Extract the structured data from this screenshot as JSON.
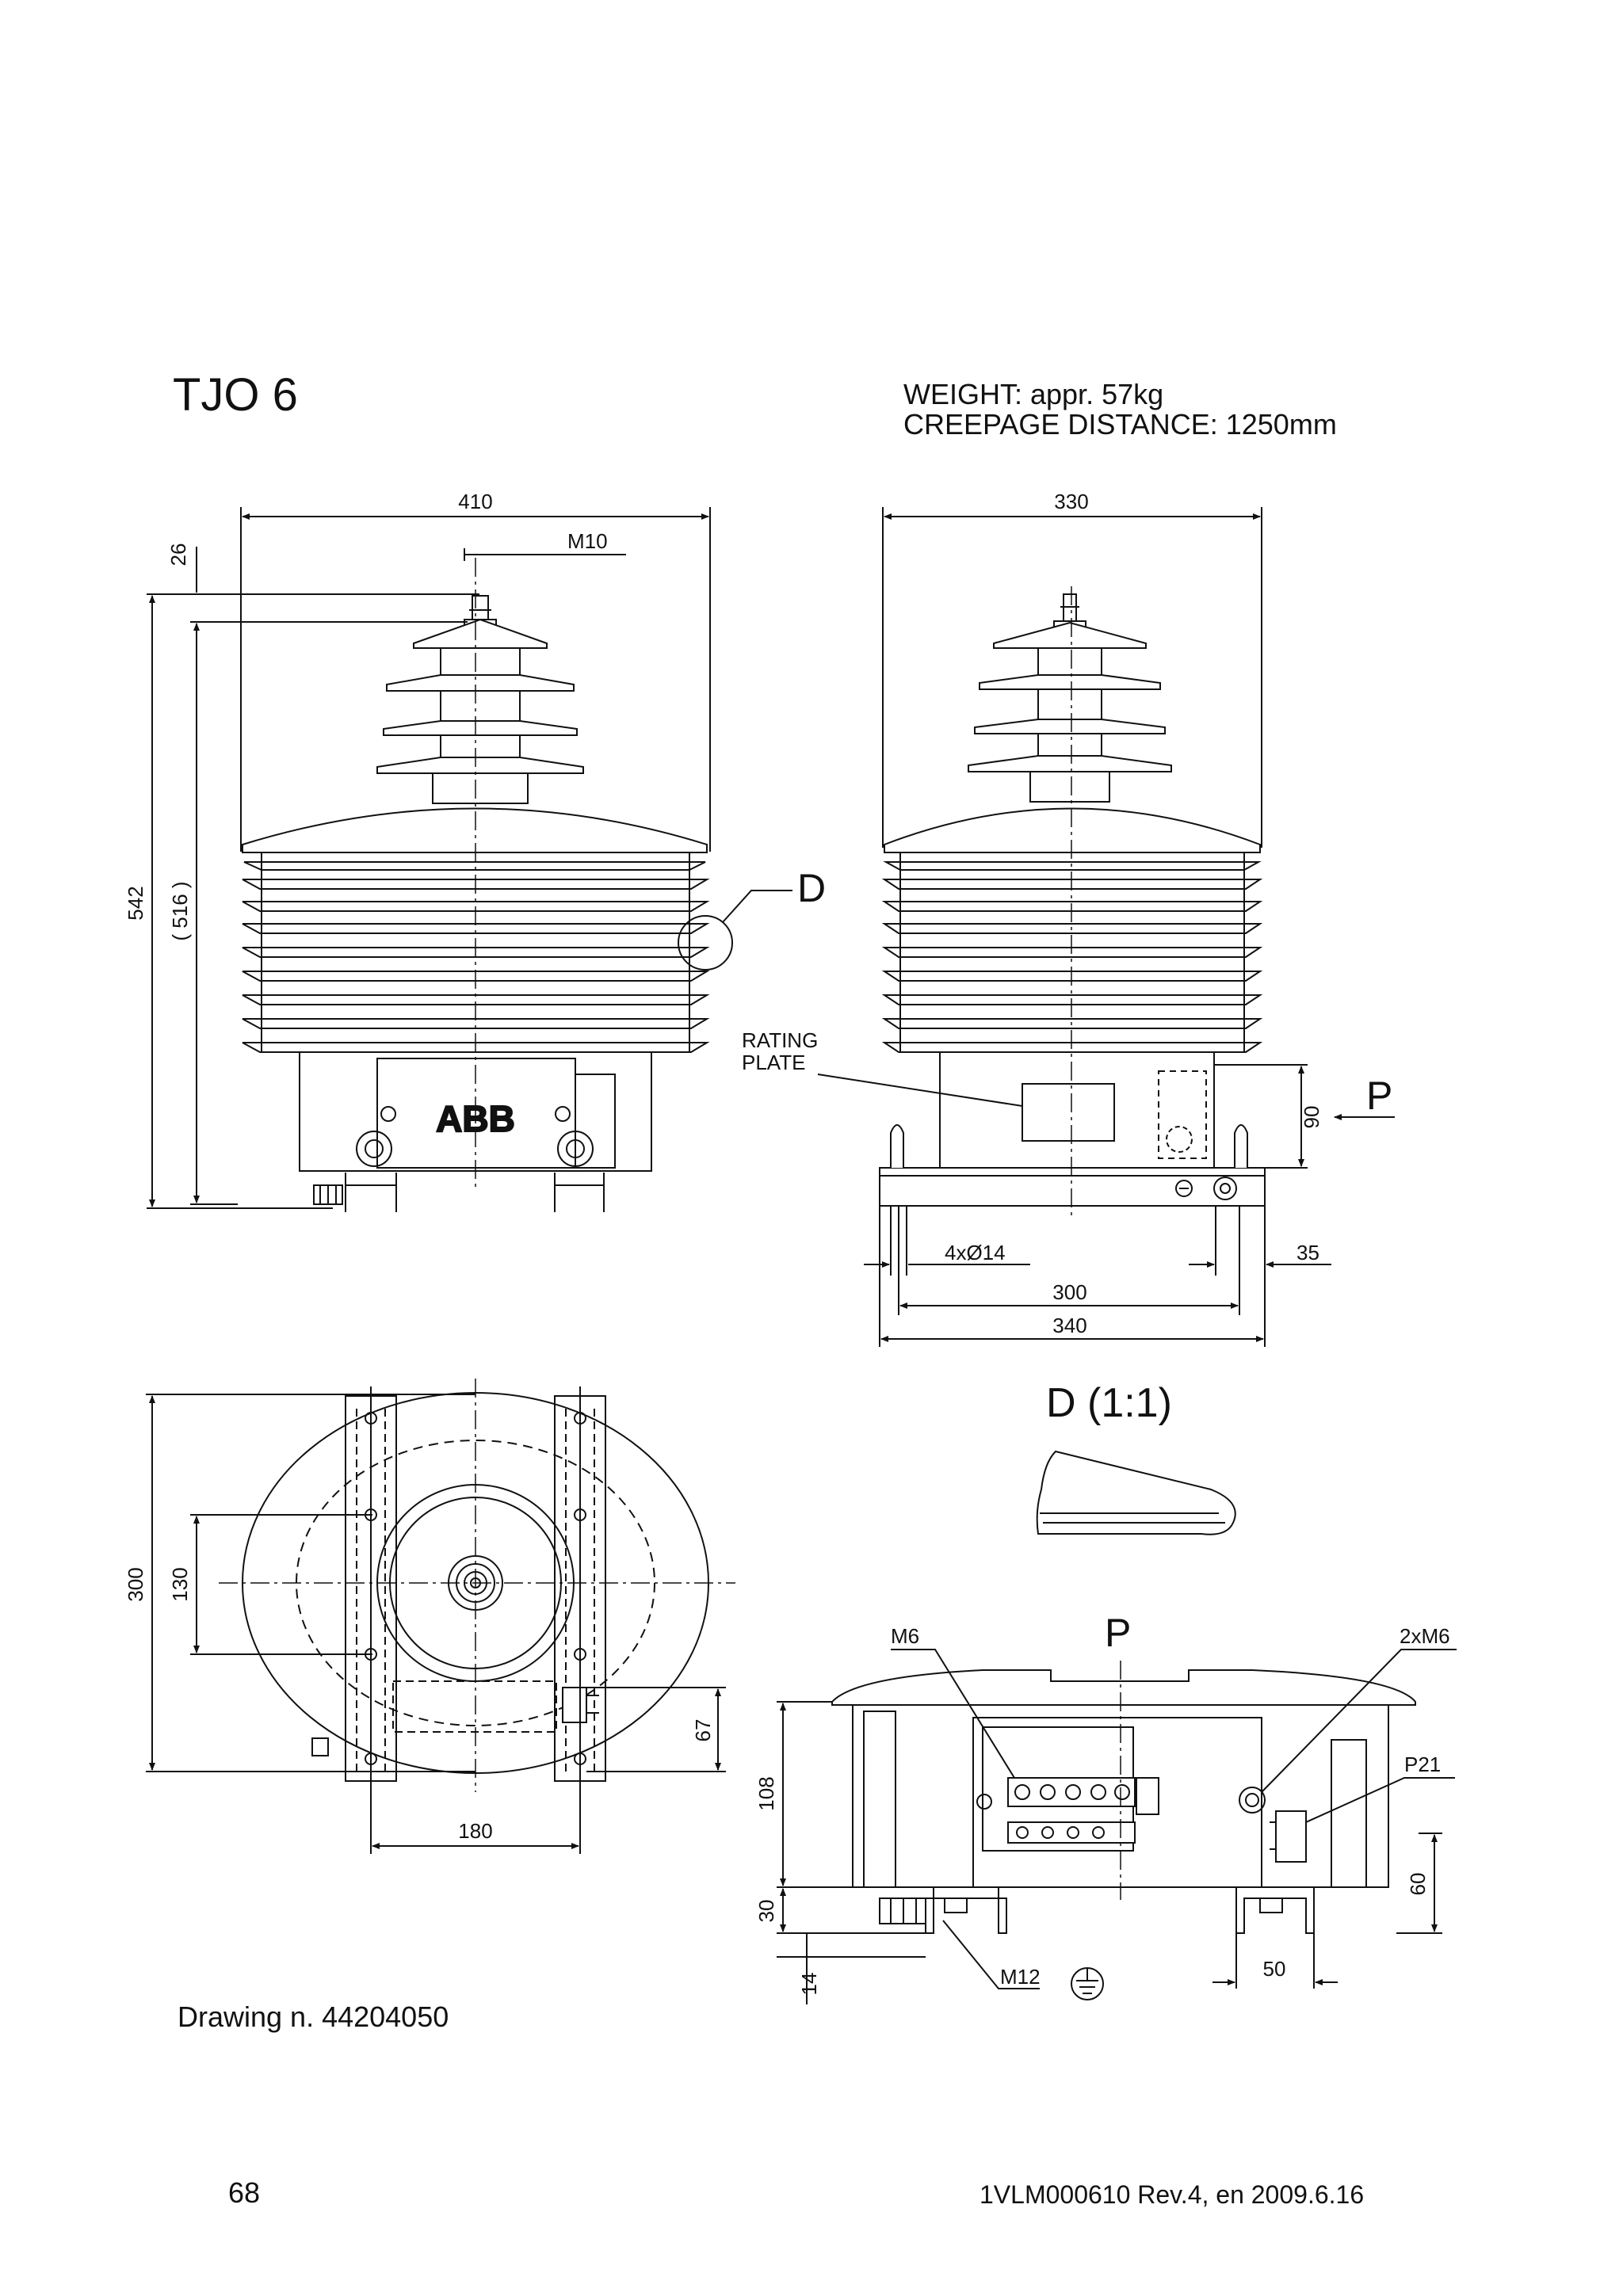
{
  "header": {
    "title": "TJO 6",
    "weight": "WEIGHT: appr. 57kg",
    "creepage": "CREEPAGE DISTANCE: 1250mm"
  },
  "front_view": {
    "dim_width": "410",
    "dim_thread": "M10",
    "dim_top": "26",
    "dim_height": "542",
    "dim_height_ref": "( 516 )",
    "brand": "ABB",
    "detail_callout": "D"
  },
  "side_view": {
    "dim_width": "330",
    "rating_plate": [
      "RATING",
      "PLATE"
    ],
    "view_marker": "P",
    "dim_box_height": "90",
    "holes": "4xØ14",
    "dim_edge": "35",
    "dim_hole_spacing": "300",
    "dim_base": "340"
  },
  "top_view": {
    "dim_depth": "300",
    "dim_hole_spacing": "130",
    "dim_offset": "67",
    "dim_width": "180"
  },
  "detail_view": {
    "title": "D (1:1)"
  },
  "p_view": {
    "title": "P",
    "label_m6": "M6",
    "label_2xm6": "2xM6",
    "label_p21": "P21",
    "dim_108": "108",
    "dim_60": "60",
    "dim_30": "30",
    "dim_14": "14",
    "label_m12": "M12",
    "dim_50": "50"
  },
  "drawing_number": "Drawing n. 44204050",
  "footer": {
    "page": "68",
    "doc_ref": "1VLM000610 Rev.4, en 2009.6.16"
  }
}
